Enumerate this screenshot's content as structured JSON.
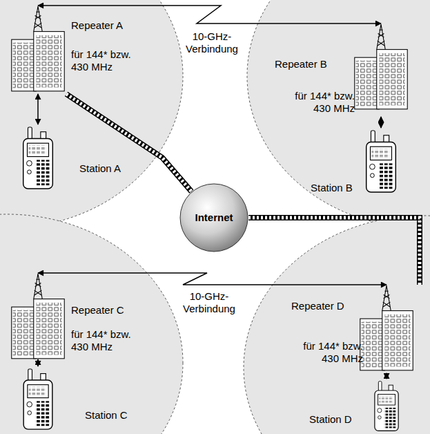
{
  "diagram": {
    "nodes": [
      {
        "text": [
          "Repeater A",
          "für 144* bzw. 430 MHz"
        ]
      },
      {
        "text": [
          "Station A"
        ]
      },
      {
        "text": [
          "Repeater B",
          "für 144* bzw. 430 MHz"
        ]
      },
      {
        "text": [
          "Station B"
        ]
      },
      {
        "text": [
          "Internet"
        ]
      },
      {
        "text": [
          "Repeater C",
          "für 144* bzw. 430 MHz"
        ]
      },
      {
        "text": [
          "Station C"
        ]
      },
      {
        "text": [
          "Repeater D",
          "für 144* bzw. 430 MHz"
        ]
      },
      {
        "text": [
          "Station D"
        ]
      }
    ],
    "edges": [
      {
        "from": 0,
        "to": 2,
        "arrow": "both",
        "label": "10-GHz-Verbindung"
      },
      {
        "from": 0,
        "to": 1,
        "arrow": "both"
      },
      {
        "from": 2,
        "to": 3,
        "arrow": "both"
      },
      {
        "from": 0,
        "to": 4,
        "arrow": "none"
      },
      {
        "from": 4,
        "to": 7,
        "arrow": "none"
      },
      {
        "from": 5,
        "to": 7,
        "arrow": "both",
        "label": "10-GHz-Verbindung"
      },
      {
        "from": 5,
        "to": 6,
        "arrow": "both"
      },
      {
        "from": 7,
        "to": 8,
        "arrow": "both"
      }
    ]
  }
}
